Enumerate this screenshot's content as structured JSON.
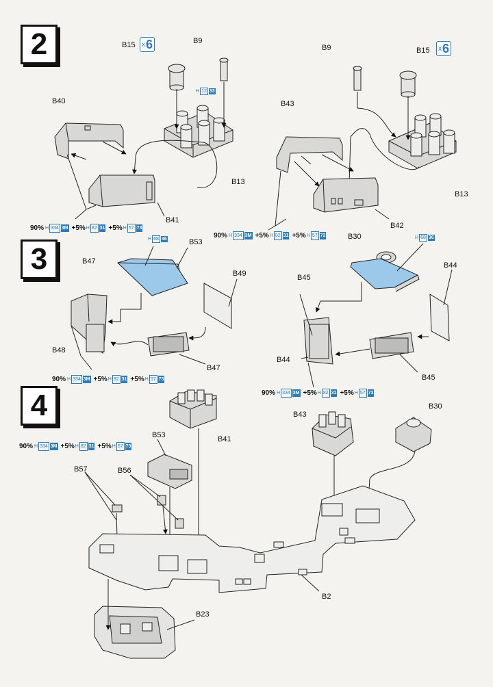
{
  "steps": [
    "2",
    "3",
    "4"
  ],
  "multipliers": {
    "left": {
      "x": "x",
      "n": "6"
    },
    "right": {
      "x": "x",
      "n": "6"
    }
  },
  "parts": {
    "s2_b15": "B15",
    "s2_b9": "B9",
    "s2_b40": "B40",
    "s2_b13": "B13",
    "s2_b41": "B41",
    "s2r_b9": "B9",
    "s2r_b15": "B15",
    "s2r_b43": "B43",
    "s2r_b13": "B13",
    "s2r_b42": "B42",
    "s3_b47a": "B47",
    "s3_b53": "B53",
    "s3_b49": "B49",
    "s3_b48": "B48",
    "s3_b47b": "B47",
    "s3r_b30": "B30",
    "s3r_b44a": "B44",
    "s3r_b45a": "B45",
    "s3r_b44b": "B44",
    "s3r_b45b": "B45",
    "s4_b41": "B41",
    "s4_b43": "B43",
    "s4_b30": "B30",
    "s4_b53": "B53",
    "s4_b57": "B57",
    "s4_b56": "B56",
    "s4_b2": "B2",
    "s4_b23": "B23"
  },
  "paint_small": {
    "h12": {
      "h": "H",
      "c": "12",
      "f": "33"
    },
    "h68a": {
      "h": "H",
      "c": "68",
      "f": "36"
    },
    "h68b": {
      "h": "H",
      "c": "68",
      "f": "36"
    }
  },
  "mix": {
    "p1": "90%",
    "p2": "+5%",
    "p3": "+5%",
    "c1": "334",
    "f1": "3M",
    "c2": "82",
    "f2": "31",
    "c3": "57",
    "f3": "73",
    "h": "H"
  },
  "colors": {
    "paint_blue": "#2b7bbf",
    "part_fill": "#d8d8d6",
    "light_blue": "#9cc9ea"
  }
}
